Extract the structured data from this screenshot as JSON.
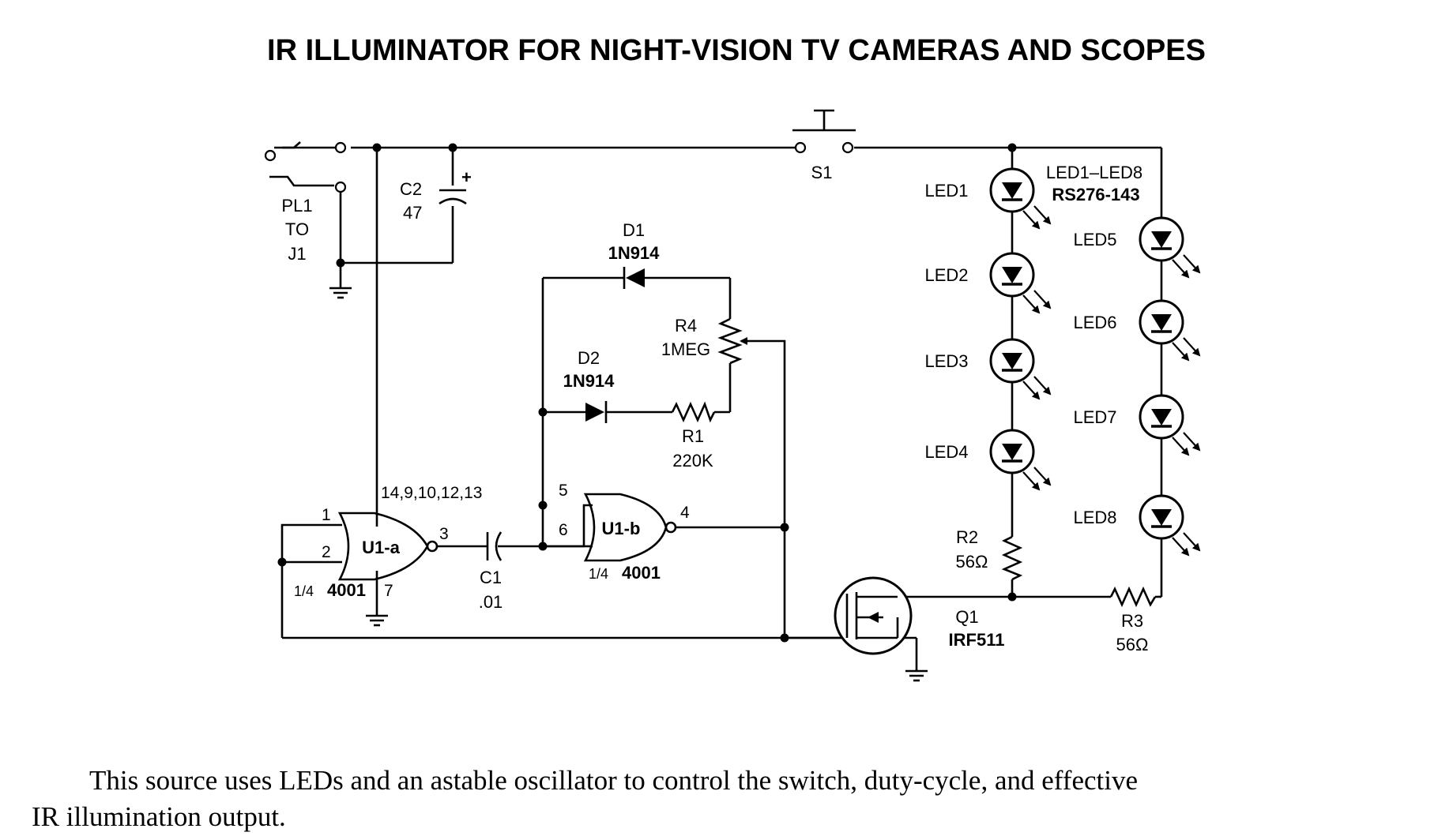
{
  "title": "IR ILLUMINATOR FOR NIGHT-VISION TV CAMERAS AND SCOPES",
  "caption": {
    "line1": "This source uses LEDs and an astable oscillator to control the switch, duty-cycle, and effective",
    "line2": "IR illumination output."
  },
  "connector": {
    "line1": "PL1",
    "line2": "TO",
    "line3": "J1"
  },
  "switch": {
    "ref": "S1"
  },
  "c2": {
    "ref": "C2",
    "value": "47",
    "polarity": "+"
  },
  "c1": {
    "ref": "C1",
    "value": ".01"
  },
  "d1": {
    "ref": "D1",
    "part": "1N914"
  },
  "d2": {
    "ref": "D2",
    "part": "1N914"
  },
  "r4": {
    "ref": "R4",
    "value": "1MEG"
  },
  "r1": {
    "ref": "R1",
    "value": "220K"
  },
  "r2": {
    "ref": "R2",
    "value": "56Ω"
  },
  "r3": {
    "ref": "R3",
    "value": "56Ω"
  },
  "u1a": {
    "name": "U1-a",
    "fraction": "1/4",
    "part": "4001",
    "pin_in1": "1",
    "pin_in2": "2",
    "pin_out": "3",
    "pin_gnd": "7",
    "pin_supply": "14,9,10,12,13"
  },
  "u1b": {
    "name": "U1-b",
    "fraction": "1/4",
    "part": "4001",
    "pin_in1": "5",
    "pin_in2": "6",
    "pin_out": "4"
  },
  "q1": {
    "ref": "Q1",
    "part": "IRF511"
  },
  "led_group": {
    "range": "LED1–LED8",
    "part": "RS276-143"
  },
  "leds": [
    "LED1",
    "LED2",
    "LED3",
    "LED4",
    "LED5",
    "LED6",
    "LED7",
    "LED8"
  ]
}
